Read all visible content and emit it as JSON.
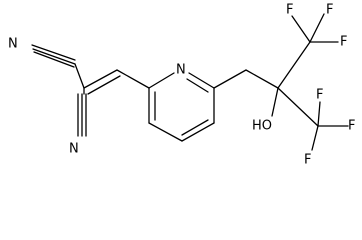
{
  "molecule": {
    "atoms": {
      "n_cyano_top": "N",
      "n_cyano_bottom": "N",
      "n_pyridine": "N",
      "hydroxyl": "HO",
      "f1": "F",
      "f2": "F",
      "f3": "F",
      "f4": "F",
      "f5": "F",
      "f6": "F"
    }
  }
}
